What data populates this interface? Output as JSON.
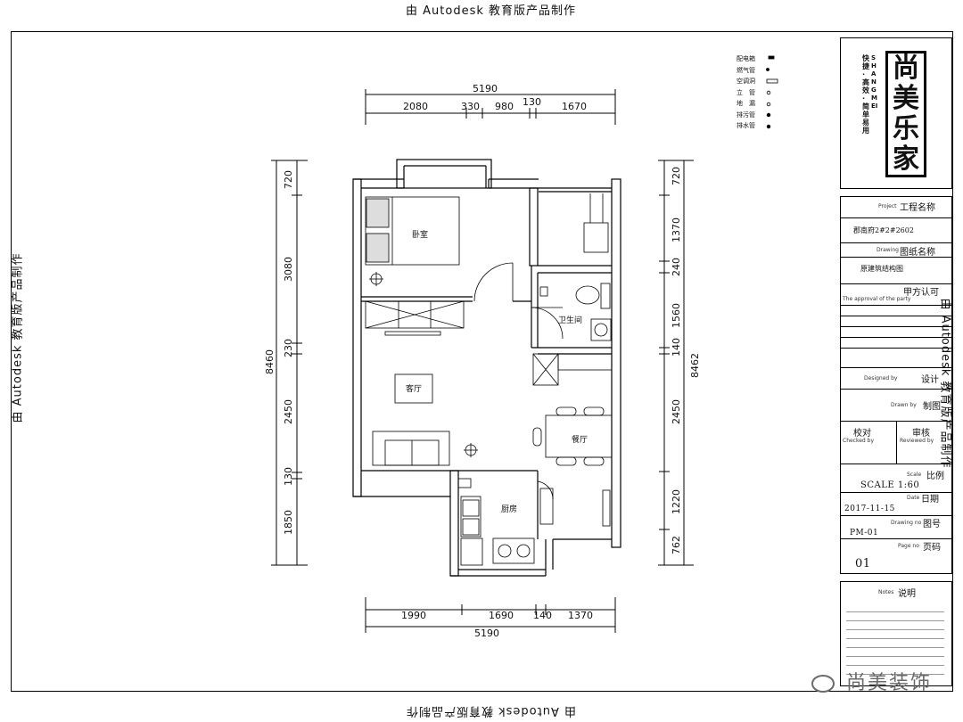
{
  "watermark_text": "由 Autodesk 教育版产品制作",
  "dims": {
    "top_total": "5190",
    "top_parts": [
      "2080",
      "330",
      "980",
      "130",
      "1670"
    ],
    "bottom_total": "5190",
    "bottom_parts": [
      "1990",
      "1690",
      "140",
      "1370"
    ],
    "left_total": "8460",
    "left_parts": [
      "720",
      "3080",
      "230",
      "2450",
      "130",
      "1850"
    ],
    "right_total": "8462",
    "right_parts": [
      "720",
      "1370",
      "240",
      "1560",
      "140",
      "2450",
      "1220",
      "762"
    ]
  },
  "rooms": {
    "bedroom": "卧室",
    "bathroom": "卫生间",
    "living": "客厅",
    "dining": "餐厅",
    "kitchen": "厨房"
  },
  "legend": [
    "配电箱",
    "燃气管",
    "空调洞",
    "立　管",
    "地　漏",
    "排污管",
    "排水管"
  ],
  "logo": {
    "chars": [
      "尚",
      "美",
      "乐",
      "家"
    ],
    "side": "快捷·高效·简单易用",
    "side_en": "SHANGMEI"
  },
  "title_block": {
    "project_label_en": "Project",
    "project_label": "工程名称",
    "project_value": "郡南府2#2#2602",
    "drawing_label_en": "Drawing",
    "drawing_label": "图纸名称",
    "drawing_value": "原建筑结构图",
    "approval_label": "甲方认可",
    "approval_en": "The approval of the party",
    "design_label": "设计",
    "design_en": "Designed by",
    "draw_label": "制图",
    "draw_en": "Drawn by",
    "check_label": "校对",
    "check_en": "Checked by",
    "review_label": "审核",
    "review_en": "Reviewed by",
    "scale_label_en": "Scale",
    "scale_label": "比例",
    "scale_value": "SCALE  1:60",
    "date_label_en": "Date",
    "date_label": "日期",
    "date_value": "2017-11-15",
    "drawing_no_label_en": "Drawing no",
    "drawing_no_label": "图号",
    "drawing_no_value": "PM-01",
    "page_label_en": "Page no",
    "page_label": "页码",
    "page_value": "01",
    "notes_label_en": "Notes",
    "notes_label": "说明"
  },
  "footer_watermark": "尚美装饰"
}
